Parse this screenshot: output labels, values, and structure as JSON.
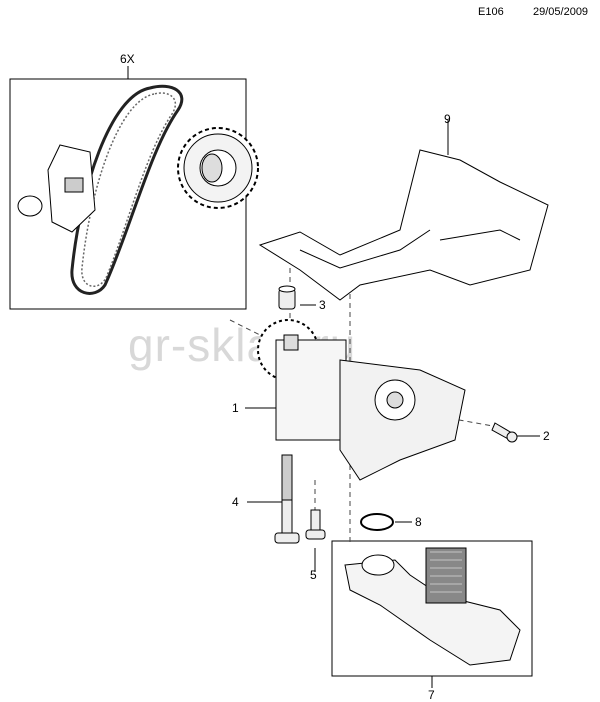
{
  "header": {
    "code": "E106",
    "date": "29/05/2009"
  },
  "callouts": {
    "c1": "1",
    "c2": "2",
    "c3": "3",
    "c4": "4",
    "c5": "5",
    "c6": "6X",
    "c7": "7",
    "c8": "8",
    "c9": "9"
  },
  "watermark": "gr-sklad.ru"
}
